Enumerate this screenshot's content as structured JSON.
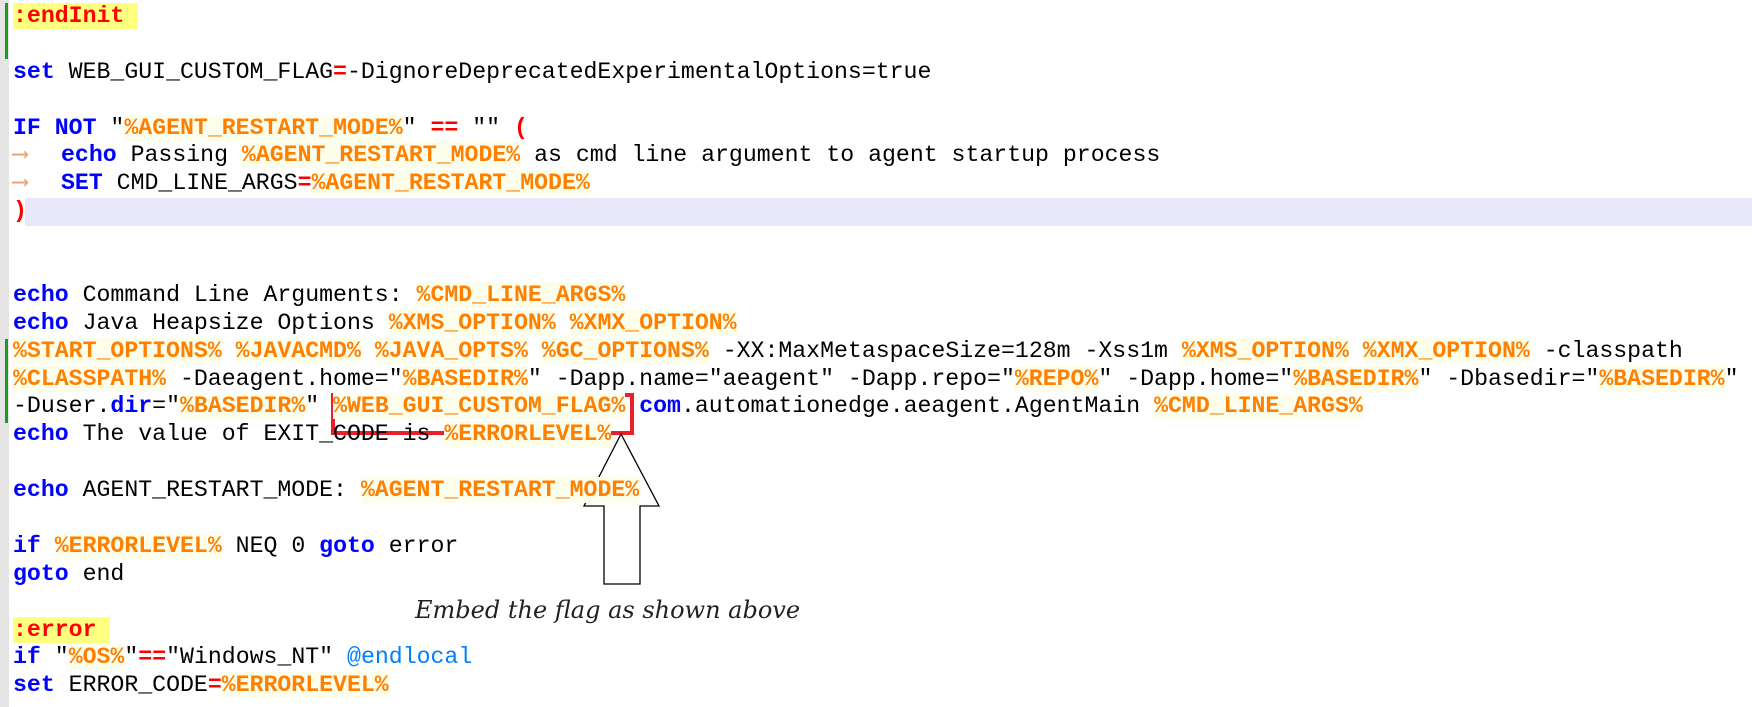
{
  "colors": {
    "keyword": "#0000ff",
    "variable": "#ff8000",
    "operator": "#ff0000",
    "label_bg": "#ffff80",
    "current_line": "#e8e8fa",
    "annotation_box": "#e8202a"
  },
  "editor": {
    "current_line": 7,
    "lines": [
      [
        [
          "label",
          ":endInit "
        ]
      ],
      [],
      [
        [
          "kw",
          "set"
        ],
        [
          "txt",
          " WEB_GUI_CUSTOM_FLAG"
        ],
        [
          "op",
          "="
        ],
        [
          "txt",
          "-DignoreDeprecatedExperimentalOptions=true"
        ]
      ],
      [],
      [
        [
          "kw",
          "IF"
        ],
        [
          "txt",
          " "
        ],
        [
          "kw",
          "NOT"
        ],
        [
          "txt",
          " \""
        ],
        [
          "var",
          "%AGENT_RESTART_MODE%"
        ],
        [
          "txt",
          "\" "
        ],
        [
          "op",
          "=="
        ],
        [
          "txt",
          " \"\" "
        ],
        [
          "op",
          "("
        ]
      ],
      [
        [
          "tab",
          "⟶"
        ],
        [
          "kw",
          "echo"
        ],
        [
          "txt",
          " Passing "
        ],
        [
          "var",
          "%AGENT_RESTART_MODE%"
        ],
        [
          "txt",
          " as cmd line argument to agent startup process"
        ]
      ],
      [
        [
          "tab",
          "⟶"
        ],
        [
          "kw",
          "SET"
        ],
        [
          "txt",
          " CMD_LINE_ARGS"
        ],
        [
          "op",
          "="
        ],
        [
          "var",
          "%AGENT_RESTART_MODE%"
        ]
      ],
      [
        [
          "op",
          ")"
        ]
      ],
      [],
      [],
      [
        [
          "kw",
          "echo"
        ],
        [
          "txt",
          " Command Line Arguments: "
        ],
        [
          "var",
          "%CMD_LINE_ARGS%"
        ]
      ],
      [
        [
          "kw",
          "echo"
        ],
        [
          "txt",
          " Java Heapsize Options "
        ],
        [
          "var",
          "%XMS_OPTION%"
        ],
        [
          "txt",
          " "
        ],
        [
          "var",
          "%XMX_OPTION%"
        ]
      ],
      [
        [
          "var",
          "%START_OPTIONS%"
        ],
        [
          "txt",
          " "
        ],
        [
          "var",
          "%JAVACMD%"
        ],
        [
          "txt",
          " "
        ],
        [
          "var",
          "%JAVA_OPTS%"
        ],
        [
          "txt",
          " "
        ],
        [
          "var",
          "%GC_OPTIONS%"
        ],
        [
          "txt",
          " -XX:MaxMetaspaceSize=128m -Xss1m "
        ],
        [
          "var",
          "%XMS_OPTION%"
        ],
        [
          "txt",
          " "
        ],
        [
          "var",
          "%XMX_OPTION%"
        ],
        [
          "txt",
          " -classpath "
        ]
      ],
      [
        [
          "var",
          "%CLASSPATH%"
        ],
        [
          "txt",
          " -Daeagent.home=\""
        ],
        [
          "var",
          "%BASEDIR%"
        ],
        [
          "txt",
          "\" -Dapp.name=\"aeagent\" -Dapp.repo=\""
        ],
        [
          "var",
          "%REPO%"
        ],
        [
          "txt",
          "\" -Dapp.home=\""
        ],
        [
          "var",
          "%BASEDIR%"
        ],
        [
          "txt",
          "\" -Dbasedir=\""
        ],
        [
          "var",
          "%BASEDIR%"
        ],
        [
          "txt",
          "\""
        ]
      ],
      [
        [
          "txt",
          "-Duser."
        ],
        [
          "kw",
          "dir"
        ],
        [
          "txt",
          "=\""
        ],
        [
          "var",
          "%BASEDIR%"
        ],
        [
          "txt",
          "\" "
        ],
        [
          "var",
          "%WEB_GUI_CUSTOM_FLAG%"
        ],
        [
          "txt",
          " "
        ],
        [
          "kw",
          "com"
        ],
        [
          "txt",
          ".automationedge.aeagent.AgentMain "
        ],
        [
          "var",
          "%CMD_LINE_ARGS%"
        ]
      ],
      [
        [
          "kw",
          "echo"
        ],
        [
          "txt",
          " The value of EXIT_CODE is "
        ],
        [
          "var",
          "%ERRORLEVEL%"
        ]
      ],
      [],
      [
        [
          "kw",
          "echo"
        ],
        [
          "txt",
          " AGENT_RESTART_MODE: "
        ],
        [
          "var",
          "%AGENT_RESTART_MODE%"
        ]
      ],
      [],
      [
        [
          "kw",
          "if"
        ],
        [
          "txt",
          " "
        ],
        [
          "var",
          "%ERRORLEVEL%"
        ],
        [
          "txt",
          " NEQ 0 "
        ],
        [
          "kw",
          "goto"
        ],
        [
          "txt",
          " error"
        ]
      ],
      [
        [
          "kw",
          "goto"
        ],
        [
          "txt",
          " end"
        ]
      ],
      [],
      [
        [
          "label",
          ":error "
        ]
      ],
      [
        [
          "kw",
          "if"
        ],
        [
          "txt",
          " \""
        ],
        [
          "var",
          "%OS%"
        ],
        [
          "txt",
          "\""
        ],
        [
          "op",
          "=="
        ],
        [
          "txt",
          "\"Windows_NT\" "
        ],
        [
          "at",
          "@endlocal"
        ]
      ],
      [
        [
          "kw",
          "set"
        ],
        [
          "txt",
          " ERROR_CODE"
        ],
        [
          "op",
          "="
        ],
        [
          "var",
          "%ERRORLEVEL%"
        ]
      ]
    ]
  },
  "annotation": {
    "text": "Embed the flag as shown above",
    "icon": "up-arrow-icon"
  }
}
